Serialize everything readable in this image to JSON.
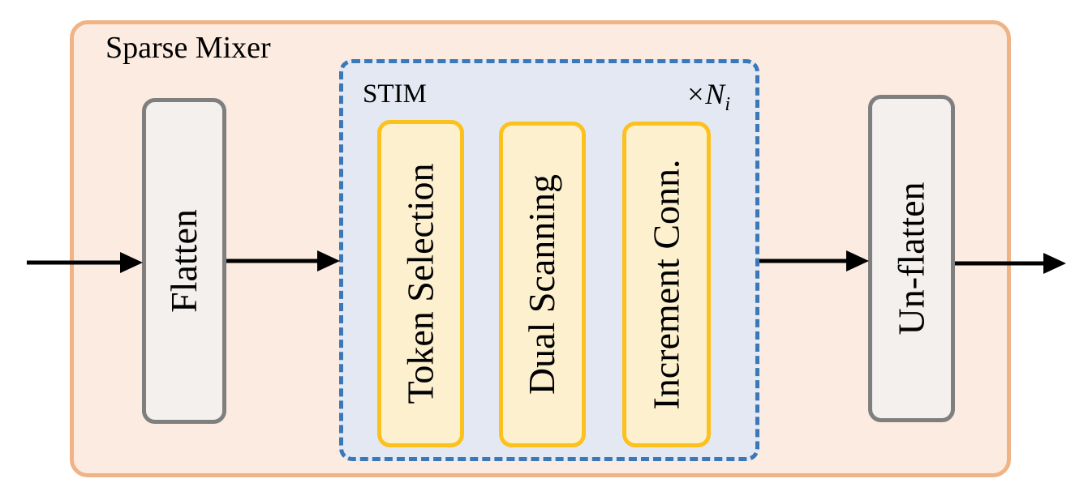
{
  "outer_block": {
    "title": "Sparse Mixer"
  },
  "stim_block": {
    "title": "STIM",
    "repeat_symbol": "×N",
    "repeat_subscript": "i"
  },
  "modules": {
    "flatten": "Flatten",
    "token_selection": "Token Selection",
    "dual_scanning": "Dual Scanning",
    "increment_conn": "Increment Conn.",
    "unflatten": "Un-flatten"
  },
  "colors": {
    "outer_border": "#efb386",
    "outer_fill": "#fbebe0",
    "stim_border": "#3a78b8",
    "stim_fill": "#e4e8f2",
    "gray_border": "#7f7f7f",
    "gray_fill": "#f4f0ee",
    "yellow_border": "#fdc11d",
    "yellow_fill": "#fdf0cf",
    "arrow": "#000000"
  }
}
